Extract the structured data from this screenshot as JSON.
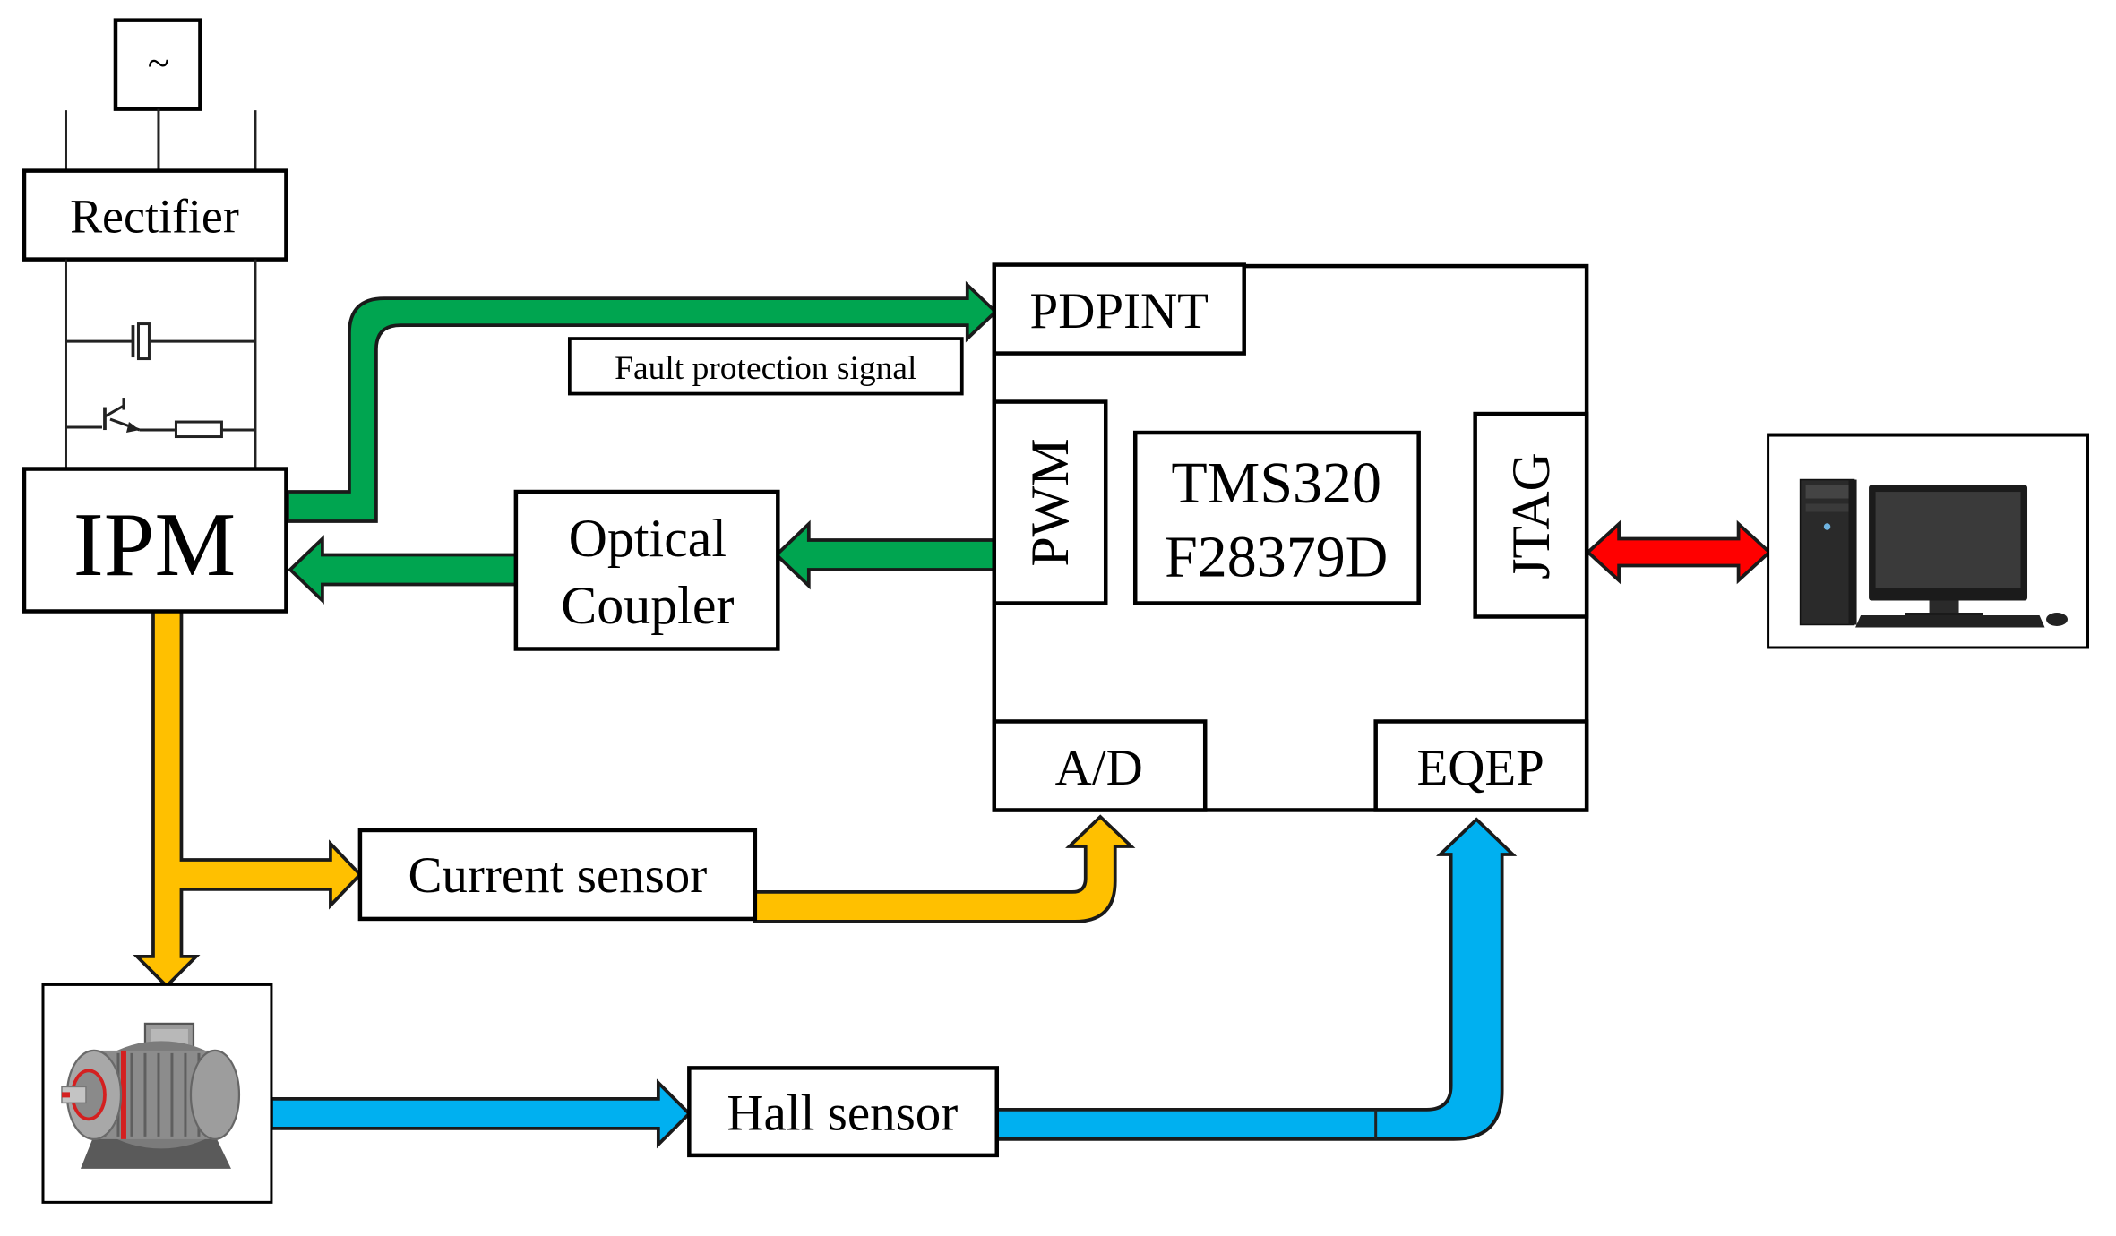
{
  "power_source": {
    "symbol": "~"
  },
  "labels": {
    "rectifier": "Rectifier",
    "ipm": "IPM",
    "optical_coupler_line1": "Optical",
    "optical_coupler_line2": "Coupler",
    "fault_signal": "Fault protection signal",
    "pdpint": "PDPINT",
    "pwm": "PWM",
    "dsp_line1": "TMS320",
    "dsp_line2": "F28379D",
    "jtag": "JTAG",
    "ad": "A/D",
    "eqep": "EQEP",
    "current_sensor": "Current sensor",
    "hall_sensor": "Hall sensor"
  },
  "icons": {
    "motor": "electric-motor-icon",
    "computer": "desktop-computer-icon"
  },
  "colors": {
    "green": "#00A550",
    "yellow": "#FFC000",
    "blue": "#00B0F0",
    "red": "#FF0000"
  }
}
